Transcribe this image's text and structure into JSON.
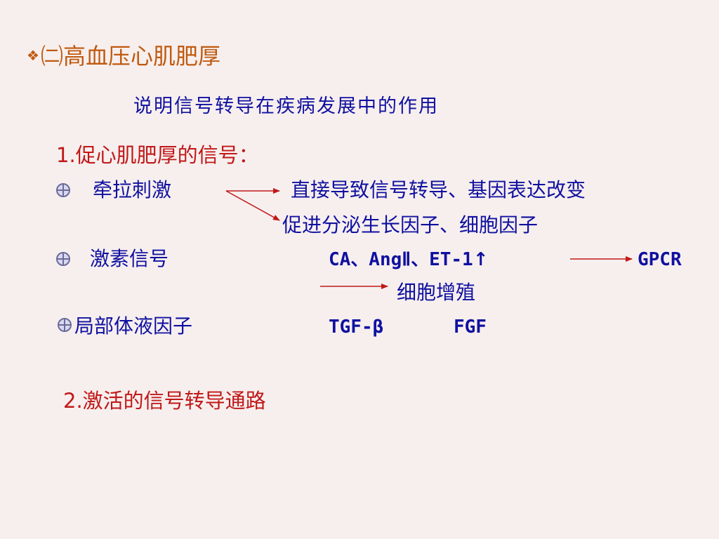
{
  "title": {
    "bullet": "❖",
    "text": "㈡高血压心肌肥厚"
  },
  "subtitle": "说明信号转导在疾病发展中的作用",
  "section1": {
    "heading": "1.促心肌肥厚的信号：",
    "items": [
      {
        "label": "牵拉刺激",
        "targets": [
          "直接导致信号转导、基因表达改变",
          "促进分泌生长因子、细胞因子"
        ]
      },
      {
        "label": "激素信号",
        "agents": "CA、AngⅡ、ET-1",
        "up_arrow": "↑",
        "target1": "GPCR",
        "target2": "细胞增殖"
      },
      {
        "label": "局部体液因子",
        "factor1": "TGF-β",
        "factor2": "FGF"
      }
    ]
  },
  "section2": {
    "heading": "2.激活的信号转导通路"
  },
  "colors": {
    "background": "#f7efee",
    "title": "#c05a10",
    "heading": "#c01818",
    "body": "#1010a0",
    "arrow": "#c01818"
  },
  "icons": {
    "title_bullet": "diamond-cluster-icon",
    "item_bullet": "crosshair-circle-icon"
  }
}
